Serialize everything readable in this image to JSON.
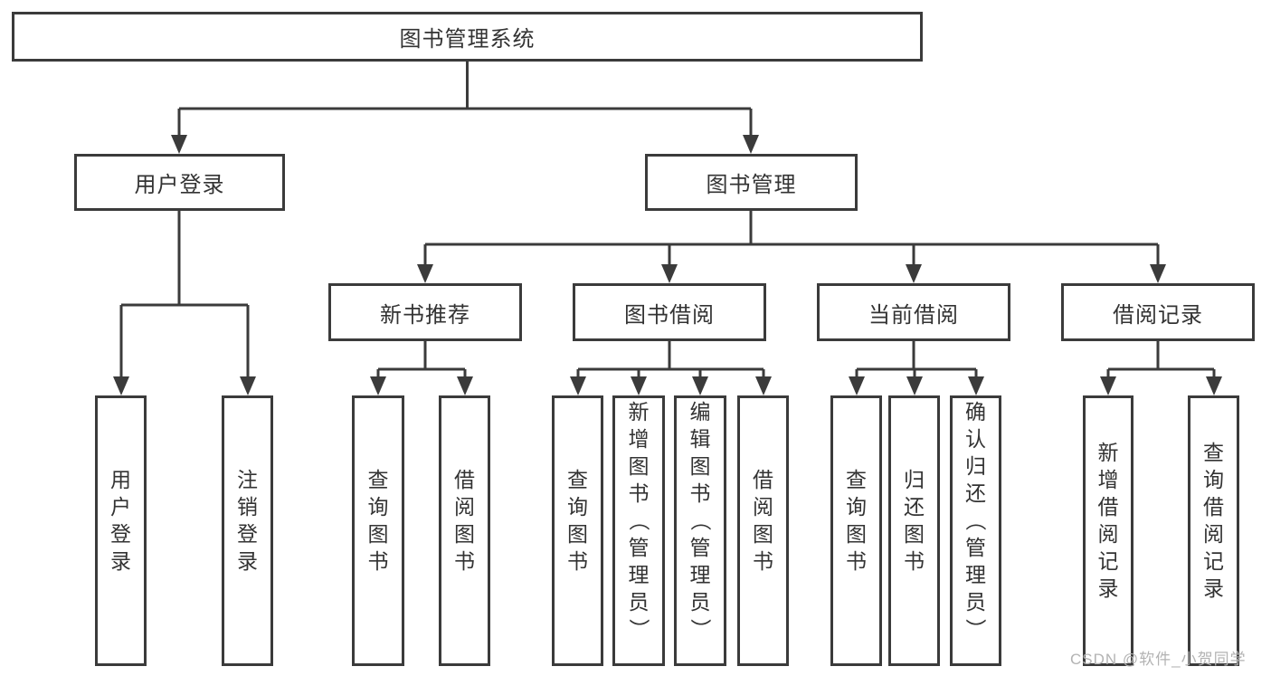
{
  "diagram": {
    "root": {
      "label": "图书管理系统"
    },
    "login_branch": {
      "label": "用户登录",
      "children": [
        {
          "label": "用户登录"
        },
        {
          "label": "注销登录"
        }
      ]
    },
    "manage_branch": {
      "label": "图书管理",
      "groups": [
        {
          "label": "新书推荐",
          "children": [
            {
              "label": "查询图书"
            },
            {
              "label": "借阅图书"
            }
          ]
        },
        {
          "label": "图书借阅",
          "children": [
            {
              "label": "查询图书"
            },
            {
              "label": "新增图书（管理员）"
            },
            {
              "label": "编辑图书（管理员）"
            },
            {
              "label": "借阅图书"
            }
          ]
        },
        {
          "label": "当前借阅",
          "children": [
            {
              "label": "查询图书"
            },
            {
              "label": "归还图书"
            },
            {
              "label": "确认归还（管理员）"
            }
          ]
        },
        {
          "label": "借阅记录",
          "children": [
            {
              "label": "新增借阅记录"
            },
            {
              "label": "查询借阅记录"
            }
          ]
        }
      ]
    },
    "watermark": "CSDN @软件_小贺同学",
    "colors": {
      "line": "#3b3b3b",
      "box_border": "#3b3b3b",
      "text": "#333333",
      "watermark": "#b3b3b3",
      "background": "#ffffff"
    }
  }
}
